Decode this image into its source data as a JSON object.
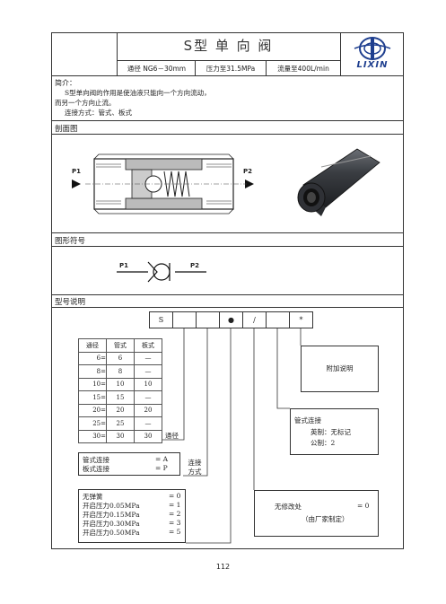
{
  "header": {
    "title": "S型 单 向 阀",
    "spec_bore": "通径 NG6－30mm",
    "spec_pressure": "压力至31.5MPa",
    "spec_flow": "流量至400L/min",
    "brand": "LIXIN"
  },
  "intro": {
    "title": "简介：",
    "line1": "S型单向阀的作用是使油液只能向一个方向流动，",
    "line2": "而另一个方向止流。",
    "line3": "连接方式：管式、板式"
  },
  "section_section": {
    "heading": "剖面图",
    "port_in": "P1",
    "port_out": "P2"
  },
  "section_symbol": {
    "heading": "图形符号",
    "port_in": "P1",
    "port_out": "P2"
  },
  "section_model": {
    "heading": "型号说明",
    "code_cells": [
      "S",
      "",
      "",
      "●",
      "/",
      "",
      "*"
    ],
    "size_table": {
      "headers": [
        "通径",
        "管式",
        "板式"
      ],
      "rows": [
        [
          "6=",
          "6",
          "—"
        ],
        [
          "8=",
          "8",
          "—"
        ],
        [
          "10=",
          "10",
          "10"
        ],
        [
          "15=",
          "15",
          "—"
        ],
        [
          "20=",
          "20",
          "20"
        ],
        [
          "25=",
          "25",
          "—"
        ],
        [
          "30=",
          "30",
          "30"
        ]
      ],
      "label": "通径"
    },
    "connection": {
      "line1_label": "管式连接",
      "line1_value": "= A",
      "line2_label": "板式连接",
      "line2_value": "= P",
      "side_label_1": "连接",
      "side_label_2": "方式"
    },
    "pressure": {
      "rows": [
        [
          "无弹簧",
          "= 0"
        ],
        [
          "开启压力0.05MPa",
          "= 1"
        ],
        [
          "开启压力0.15MPa",
          "= 2"
        ],
        [
          "开启压力0.30MPa",
          "= 3"
        ],
        [
          "开启压力0.50MPa",
          "= 5"
        ]
      ]
    },
    "extra": "附加说明",
    "pipe_conn": {
      "title": "管式连接",
      "line1": "英制：无标记",
      "line2": "公制：2"
    },
    "revision": {
      "label": "无修改处",
      "value": "= 0",
      "note": "（由厂家制定）"
    }
  },
  "page_number": "112"
}
